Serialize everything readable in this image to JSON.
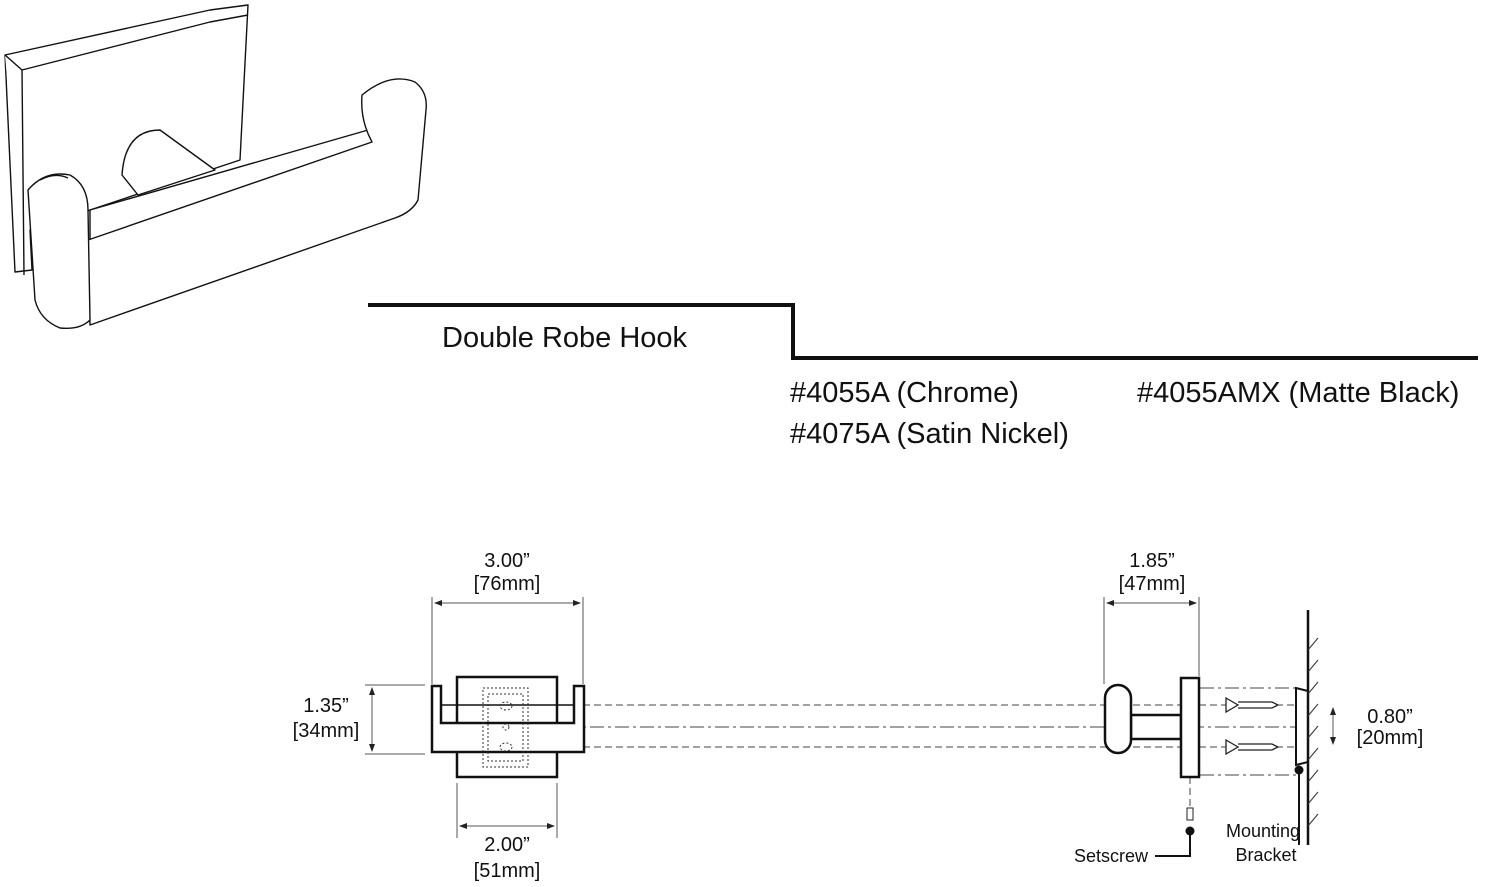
{
  "product": {
    "title": "Double Robe Hook",
    "models": [
      "#4055A (Chrome)",
      "#4075A (Satin Nickel)",
      "#4055AMX (Matte Black)"
    ]
  },
  "dimensions": {
    "width": {
      "in": "3.00”",
      "mm": "[76mm]"
    },
    "height": {
      "in": "1.35”",
      "mm": "[34mm]"
    },
    "plate_width": {
      "in": "2.00”",
      "mm": "[51mm]"
    },
    "projection": {
      "in": "1.85”",
      "mm": "[47mm]"
    },
    "screw_spacing": {
      "in": "0.80”",
      "mm": "[20mm]"
    }
  },
  "callouts": {
    "setscrew": "Setscrew",
    "mounting_line1": "Mounting",
    "mounting_line2": "Bracket"
  }
}
